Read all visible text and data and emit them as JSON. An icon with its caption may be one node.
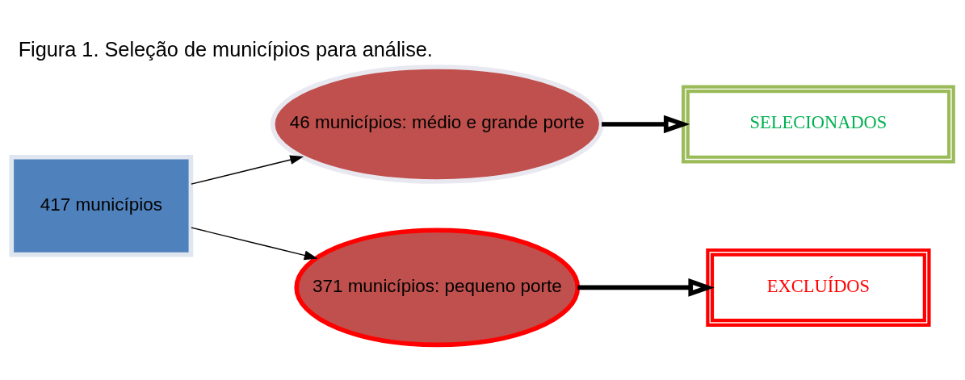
{
  "diagram": {
    "title": "Figura 1. Seleção de municípios para análise.",
    "nodes": [
      {
        "text": [
          "417 municípios"
        ]
      },
      {
        "text": [
          "46 municípios: médio e grande porte"
        ]
      },
      {
        "text": [
          "371 municípios: pequeno porte"
        ]
      },
      {
        "text": [
          "SELECIONADOS"
        ]
      },
      {
        "text": [
          "EXCLUÍDOS"
        ]
      }
    ],
    "edges": [
      {
        "from": 0,
        "to": 1,
        "arrow": "to"
      },
      {
        "from": 0,
        "to": 2,
        "arrow": "to"
      },
      {
        "from": 1,
        "to": 3,
        "arrow": "to",
        "style": "thick"
      },
      {
        "from": 2,
        "to": 4,
        "arrow": "to",
        "style": "thick"
      }
    ]
  }
}
